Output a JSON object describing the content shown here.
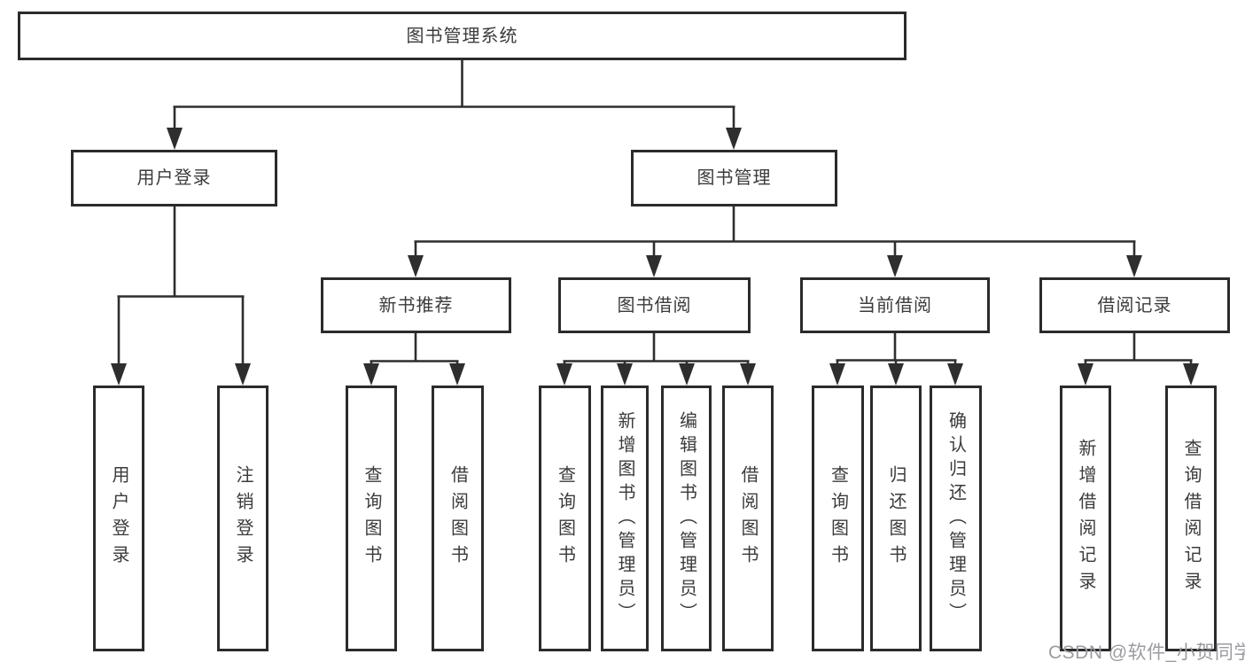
{
  "tree": {
    "label": "图书管理系统",
    "children": [
      {
        "label": "用户登录",
        "children": [
          {
            "label": "用户登录"
          },
          {
            "label": "注销登录"
          }
        ]
      },
      {
        "label": "图书管理",
        "children": [
          {
            "label": "新书推荐",
            "children": [
              {
                "label": "查询图书"
              },
              {
                "label": "借阅图书"
              }
            ]
          },
          {
            "label": "图书借阅",
            "children": [
              {
                "label": "查询图书"
              },
              {
                "label": "新增图书（管理员）"
              },
              {
                "label": "编辑图书（管理员）"
              },
              {
                "label": "借阅图书"
              }
            ]
          },
          {
            "label": "当前借阅",
            "children": [
              {
                "label": "查询图书"
              },
              {
                "label": "归还图书"
              },
              {
                "label": "确认归还（管理员）"
              }
            ]
          },
          {
            "label": "借阅记录",
            "children": [
              {
                "label": "新增借阅记录"
              },
              {
                "label": "查询借阅记录"
              }
            ]
          }
        ]
      }
    ]
  },
  "watermark": "CSDN @软件_小贺同学",
  "colors": {
    "line": "#2e2e2e",
    "box_border": "#2b2b2b",
    "text": "#3b3b3b",
    "watermark": "#9b9ba2",
    "background": "#ffffff"
  }
}
